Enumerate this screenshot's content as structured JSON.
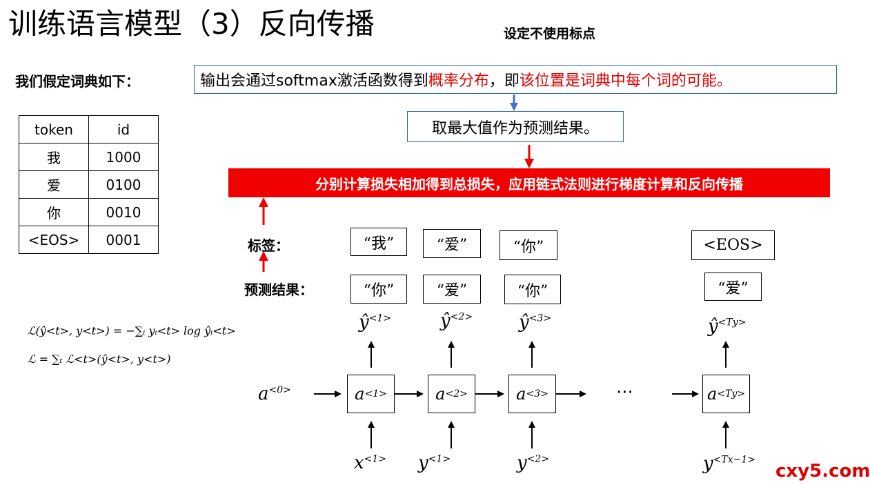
{
  "slide": {
    "title": "训练语言模型（3）反向传播",
    "subtitle": "设定不使用标点",
    "dict_label": "我们假定词典如下："
  },
  "dictionary": {
    "headers": [
      "token",
      "id"
    ],
    "rows": [
      {
        "token": "我",
        "id": "1000"
      },
      {
        "token": "爱",
        "id": "0100"
      },
      {
        "token": "你",
        "id": "0010"
      },
      {
        "token": "<EOS>",
        "id": "0001"
      }
    ]
  },
  "notes": {
    "output_prefix": "输出会通过softmax激活函数得到",
    "output_red1": "概率分布",
    "output_mid": "，即",
    "output_red2": "该位置是词典中每个词的可能。",
    "argmax": "取最大值作为预测结果。",
    "loss_banner": "分别计算损失相加得到总损失，应用链式法则进行梯度计算和反向传播"
  },
  "row_labels": {
    "labels": "标签：",
    "predictions": "预测结果："
  },
  "labels": [
    "“我”",
    "“爱”",
    "“你”",
    "<EOS>"
  ],
  "predictions": [
    "“你”",
    "“爱”",
    "“你”",
    "“爱”"
  ],
  "rnn": {
    "initial_state": "a",
    "initial_state_sup": "<0>",
    "ellipsis": "···",
    "cells": [
      {
        "base": "a",
        "sup": "<1>"
      },
      {
        "base": "a",
        "sup": "<2>"
      },
      {
        "base": "a",
        "sup": "<3>"
      },
      {
        "base": "a",
        "sup": "<Ty>"
      }
    ],
    "outputs": [
      {
        "base": "ŷ",
        "sup": "<1>"
      },
      {
        "base": "ŷ",
        "sup": "<2>"
      },
      {
        "base": "ŷ",
        "sup": "<3>"
      },
      {
        "base": "ŷ",
        "sup": "<Ty>"
      }
    ],
    "inputs": [
      {
        "base": "x",
        "sup": "<1>"
      },
      {
        "base": "y",
        "sup": "<1>"
      },
      {
        "base": "y",
        "sup": "<2>"
      },
      {
        "base": "y",
        "sup": "<Tx−1>"
      }
    ]
  },
  "formulas": {
    "step_loss": "ℒ(ŷ<t>, y<t>) = −∑ᵢ yᵢ<t> log ŷᵢ<t>",
    "total_loss": "ℒ = ∑ₜ ℒ<t>(ŷ<t>, y<t>)"
  },
  "watermark": "cxy5.com",
  "colors": {
    "red": "#f00000",
    "blue_arrow": "#4472c4",
    "border_blue": "#2e6da4"
  }
}
